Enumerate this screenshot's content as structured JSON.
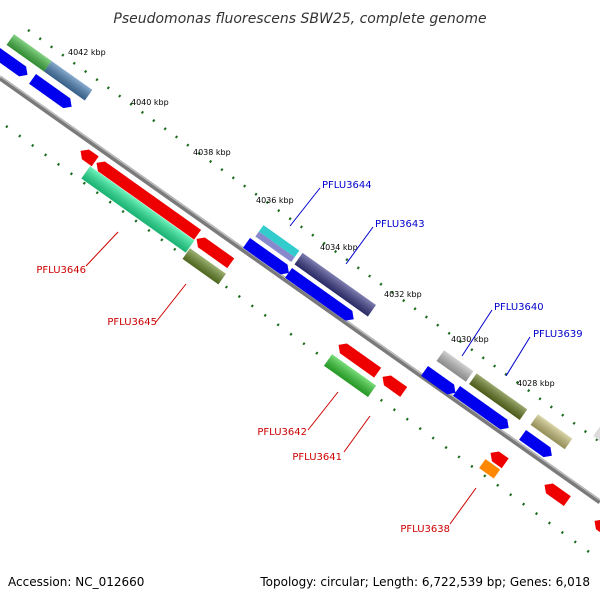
{
  "title": "Pseudomonas fluorescens SBW25, complete genome",
  "footer": {
    "accession": "Accession: NC_012660",
    "stats": "Topology: circular; Length: 6,722,539 bp; Genes: 6,018"
  },
  "ticks": [
    "4042 kbp",
    "4040 kbp",
    "4038 kbp",
    "4036 kbp",
    "4034 kbp",
    "4032 kbp",
    "4030 kbp",
    "4028 kbp"
  ],
  "labels": {
    "forward": [
      "PFLU3644",
      "PFLU3643",
      "PFLU3640",
      "PFLU3639"
    ],
    "reverse": [
      "PFLU3646",
      "PFLU3645",
      "PFLU3642",
      "PFLU3641",
      "PFLU3638"
    ]
  },
  "colors": {
    "forward_label": "#0000cc",
    "reverse_label": "#cc0000",
    "backbone": "#888888",
    "tick": "#1a6b1a",
    "cds_forward": "#0000ee",
    "cds_reverse": "#ee0000"
  }
}
